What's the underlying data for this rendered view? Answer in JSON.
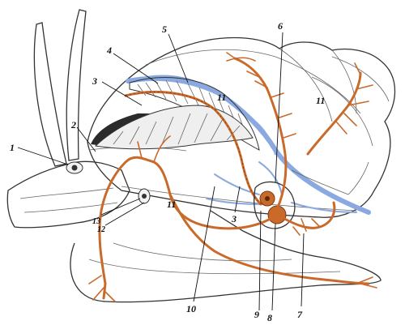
{
  "labels": {
    "l1": "1",
    "l2": "2",
    "l3a": "3",
    "l3b": "3",
    "l4": "4",
    "l5": "5",
    "l6": "6",
    "l7": "7",
    "l8": "8",
    "l9": "9",
    "l10": "10",
    "l11a": "11",
    "l11b": "11",
    "l11c": "11",
    "l12": "12",
    "l13": "13"
  },
  "colors": {
    "artery": "#c96a2b",
    "vein": "#8aa9e0",
    "outline": "#333333",
    "mantle_dark": "#2b2b2b"
  }
}
